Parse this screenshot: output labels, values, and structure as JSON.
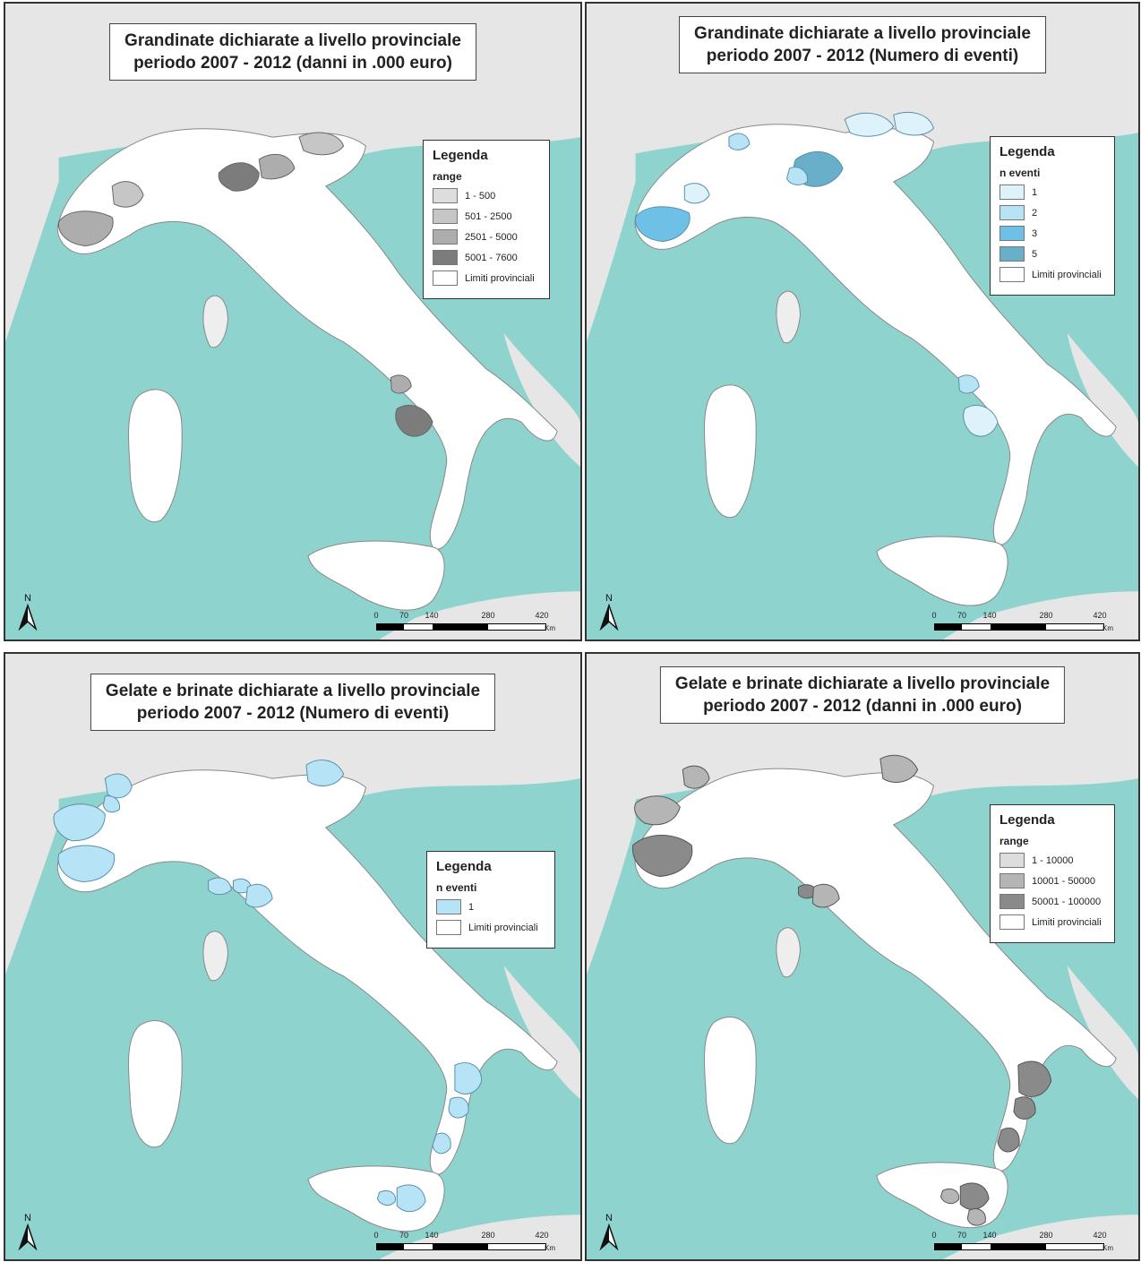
{
  "colors": {
    "sea": "#8fd3cf",
    "land_bg": "#e6e6e6",
    "province": "#ffffff",
    "outline": "#888888"
  },
  "common": {
    "north_label": "N",
    "scale_labels": [
      "0",
      "70",
      "140",
      "280",
      "420"
    ],
    "scale_unit": "Km",
    "boundary_label": "Limiti provinciali"
  },
  "panels": [
    {
      "title_line1": "Grandinate dichiarate a livello provinciale",
      "title_line2": "periodo 2007 - 2012 (danni in .000 euro)",
      "legend_title": "Legenda",
      "legend_subtitle": "range",
      "classes": [
        {
          "label": "1 - 500",
          "color": "#dddddd"
        },
        {
          "label": "501 - 2500",
          "color": "#c6c6c6"
        },
        {
          "label": "2501 - 5000",
          "color": "#adadad"
        },
        {
          "label": "5001 - 7600",
          "color": "#7c7c7c"
        }
      ]
    },
    {
      "title_line1": "Grandinate dichiarate a livello provinciale",
      "title_line2": "periodo 2007 - 2012 (Numero di eventi)",
      "legend_title": "Legenda",
      "legend_subtitle": "n eventi",
      "classes": [
        {
          "label": "1",
          "color": "#def2fb"
        },
        {
          "label": "2",
          "color": "#b7e3f6"
        },
        {
          "label": "3",
          "color": "#6ec0e6"
        },
        {
          "label": "5",
          "color": "#6aafc9"
        }
      ]
    },
    {
      "title_line1": "Gelate e brinate dichiarate a livello provinciale",
      "title_line2": "periodo 2007 - 2012 (Numero di eventi)",
      "legend_title": "Legenda",
      "legend_subtitle": "n eventi",
      "classes": [
        {
          "label": "1",
          "color": "#b7e3f6"
        }
      ]
    },
    {
      "title_line1": "Gelate e brinate dichiarate a livello provinciale",
      "title_line2": "periodo 2007 - 2012 (danni in .000 euro)",
      "legend_title": "Legenda",
      "legend_subtitle": "range",
      "classes": [
        {
          "label": "1 - 10000",
          "color": "#dddddd"
        },
        {
          "label": "10001 - 50000",
          "color": "#b5b5b5"
        },
        {
          "label": "50001 - 100000",
          "color": "#8a8a8a"
        }
      ]
    }
  ]
}
